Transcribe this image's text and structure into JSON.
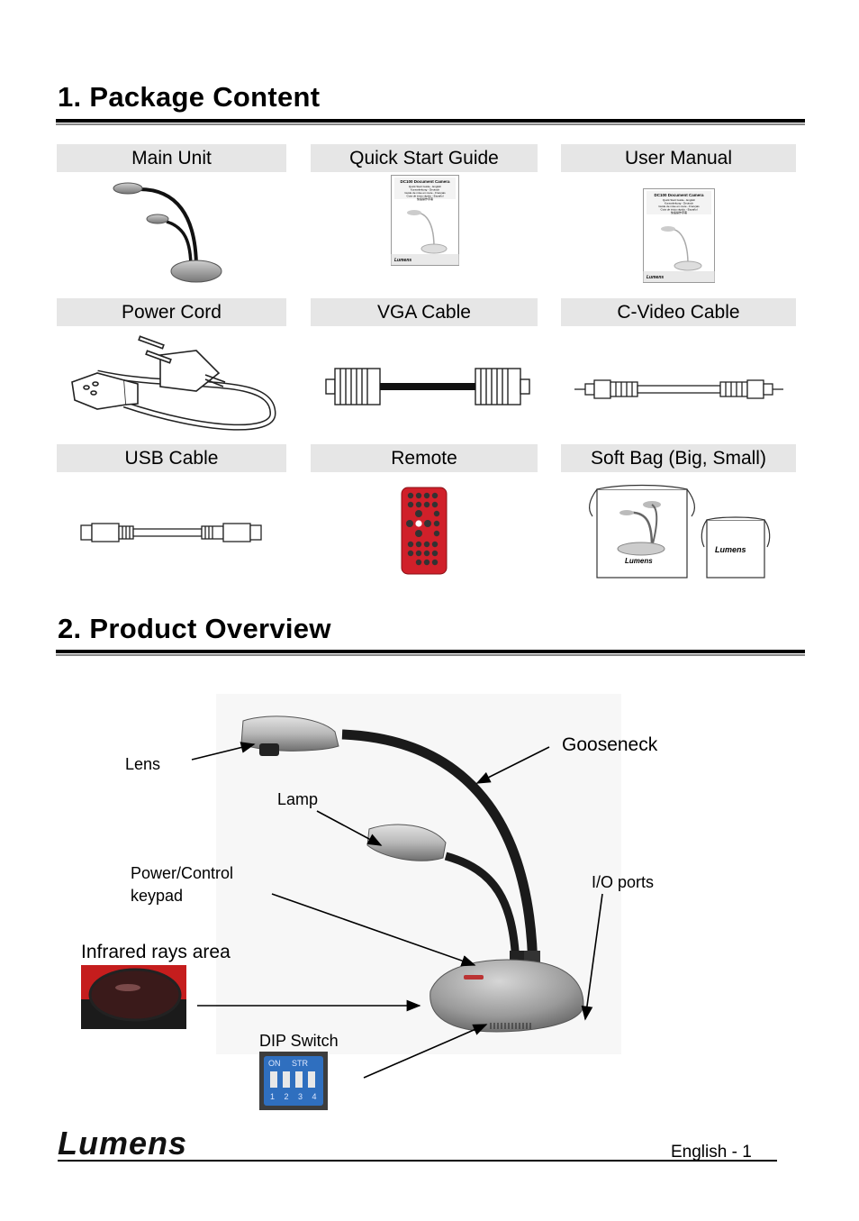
{
  "sections": {
    "package_title": "1. Package Content",
    "overview_title": "2. Product Overview"
  },
  "package_items": [
    {
      "label": "Main Unit"
    },
    {
      "label": "Quick Start Guide"
    },
    {
      "label": "User Manual"
    },
    {
      "label": "Power Cord"
    },
    {
      "label": "VGA Cable"
    },
    {
      "label": "C-Video Cable"
    },
    {
      "label": "USB Cable"
    },
    {
      "label": "Remote"
    },
    {
      "label": "Soft Bag (Big, Small)"
    }
  ],
  "guide_cover": {
    "title": "DC100 Document Camera",
    "lines": [
      "Quick Start Guide - English",
      "Kurzanleitung - Deutsch",
      "Guide de mise en route - Français",
      "Guía de inicio rápido - Español",
      "快速操作手冊"
    ],
    "brand": "Lumens"
  },
  "bag_brand": "Lumens",
  "overview_labels": {
    "lens": "Lens",
    "lamp": "Lamp",
    "gooseneck": "Gooseneck",
    "power_control_line1": "Power/Control",
    "power_control_line2": "keypad",
    "io_ports": "I/O ports",
    "infrared": "Infrared rays area",
    "dip_switch": "DIP Switch",
    "dip_on": "ON",
    "dip_str": "STR",
    "dip_numbers": "1 2 3 4"
  },
  "footer": {
    "logo": "Lumens",
    "page_text": "English - 1"
  },
  "colors": {
    "label_bg": "#e6e6e6",
    "remote_red": "#d0202a",
    "dip_blue": "#2f6fbf"
  }
}
